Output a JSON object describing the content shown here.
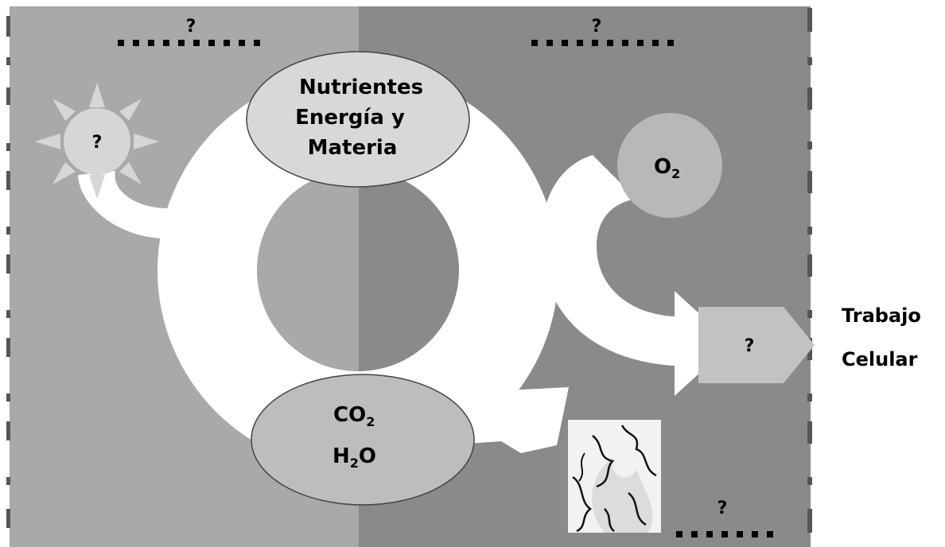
{
  "panels": {
    "left_blank": "?",
    "right_blank": "?"
  },
  "top_node": {
    "lines": [
      "Nutrientes",
      "Energía y",
      "Materia"
    ]
  },
  "bottom_node": {
    "line1": "CO",
    "line1_sub": "2",
    "line2_a": "H",
    "line2_sub": "2",
    "line2_b": "O"
  },
  "sun": {
    "label": "?"
  },
  "oxygen": {
    "base": "O",
    "sub": "2"
  },
  "work_box": {
    "label": "?"
  },
  "heat_blank": "?",
  "side_labels": {
    "line1": "Trabajo",
    "line2": "Celular"
  },
  "colors": {
    "left_panel": "#a9a9a9",
    "right_panel": "#8a8a8a",
    "node_light": "#d8d8d8",
    "node_mid": "#bdbdbd",
    "node_dark": "#adadad",
    "arrow": "#ffffff"
  }
}
